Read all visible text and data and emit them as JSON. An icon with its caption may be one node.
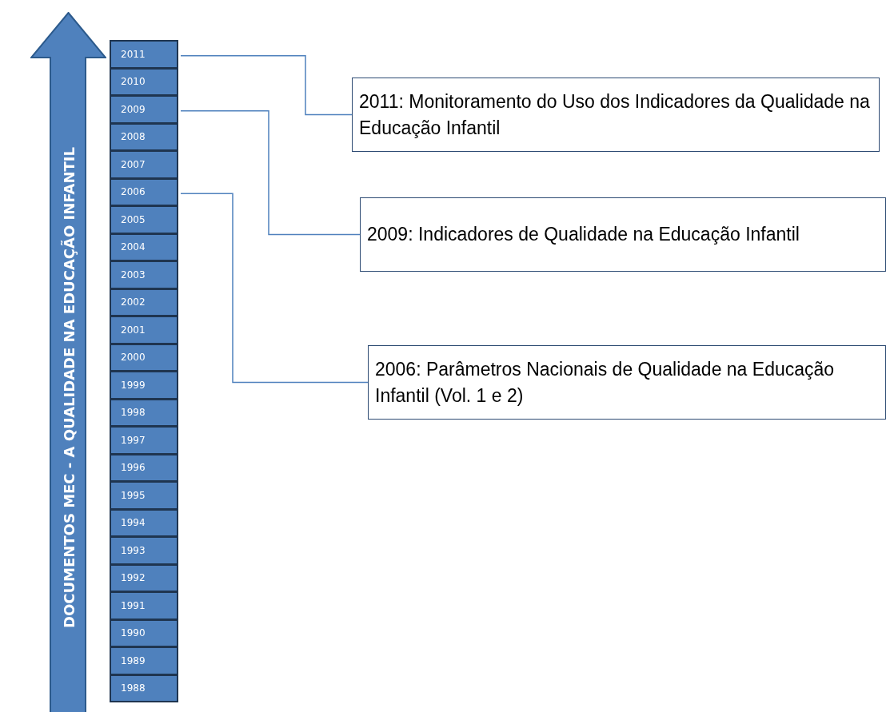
{
  "diagram": {
    "nodes": [
      {
        "text": [
          "DOCUMENTOS MEC - A QUALIDADE NA EDUCAÇÃO INFANTIL"
        ]
      },
      {
        "text": [
          "2011"
        ]
      },
      {
        "text": [
          "2010"
        ]
      },
      {
        "text": [
          "2009"
        ]
      },
      {
        "text": [
          "2008"
        ]
      },
      {
        "text": [
          "2007"
        ]
      },
      {
        "text": [
          "2006"
        ]
      },
      {
        "text": [
          "2005"
        ]
      },
      {
        "text": [
          "2004"
        ]
      },
      {
        "text": [
          "2003"
        ]
      },
      {
        "text": [
          "2002"
        ]
      },
      {
        "text": [
          "2001"
        ]
      },
      {
        "text": [
          "2000"
        ]
      },
      {
        "text": [
          "1999"
        ]
      },
      {
        "text": [
          "1998"
        ]
      },
      {
        "text": [
          "1997"
        ]
      },
      {
        "text": [
          "1996"
        ]
      },
      {
        "text": [
          "1995"
        ]
      },
      {
        "text": [
          "1994"
        ]
      },
      {
        "text": [
          "1993"
        ]
      },
      {
        "text": [
          "1992"
        ]
      },
      {
        "text": [
          "1991"
        ]
      },
      {
        "text": [
          "1990"
        ]
      },
      {
        "text": [
          "1989"
        ]
      },
      {
        "text": [
          "1988"
        ]
      },
      {
        "text": [
          "2011: Monitoramento do Uso dos Indicadores da Qualidade na Educação Infantil"
        ]
      },
      {
        "text": [
          "2009: Indicadores de Qualidade na Educação Infantil"
        ]
      },
      {
        "text": [
          "2006: Parâmetros Nacionais de Qualidade na Educação Infantil (Vol. 1 e 2)"
        ]
      }
    ],
    "edges": [
      {
        "from": 1,
        "to": 25,
        "arrow": "none"
      },
      {
        "from": 3,
        "to": 26,
        "arrow": "none"
      },
      {
        "from": 6,
        "to": 27,
        "arrow": "none"
      }
    ]
  }
}
